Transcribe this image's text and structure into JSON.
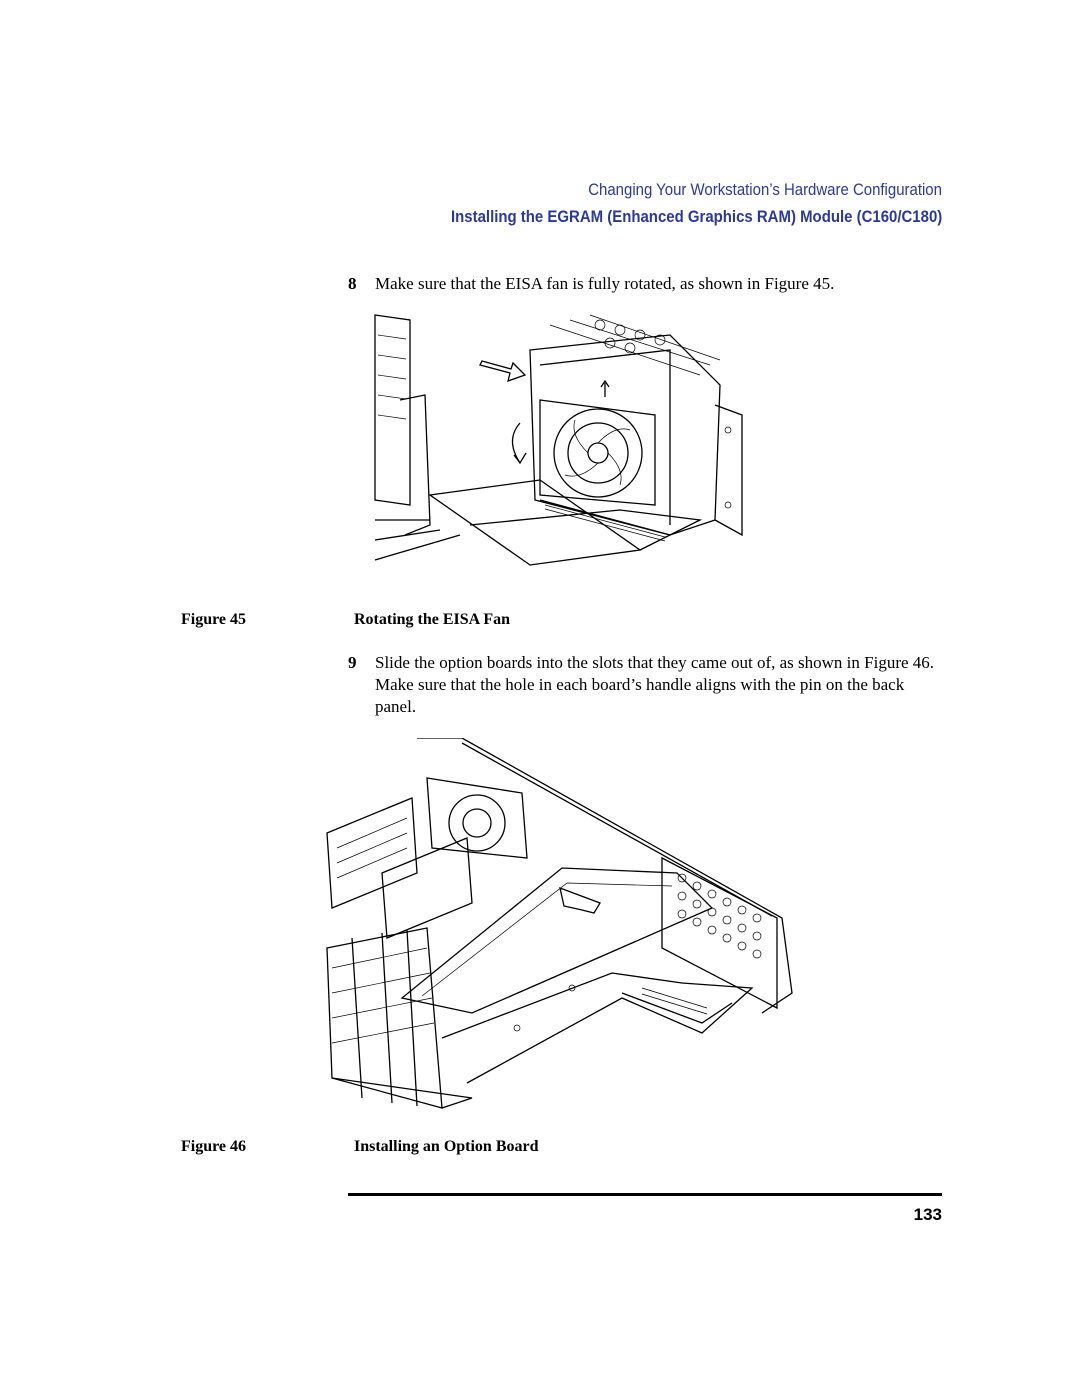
{
  "header": {
    "chapter": "Changing Your Workstation’s Hardware Configuration",
    "section": "Installing the EGRAM (Enhanced Graphics RAM) Module (C160/C180)"
  },
  "steps": [
    {
      "number": "8",
      "text": "Make sure that the EISA fan is fully rotated, as shown in Figure 45."
    },
    {
      "number": "9",
      "text": "Slide the option boards into the slots that they came out of, as shown in Figure 46. Make sure that the hole in each board’s handle aligns with the pin on the back panel."
    }
  ],
  "figures": [
    {
      "label": "Figure 45",
      "title": "Rotating the EISA Fan"
    },
    {
      "label": "Figure 46",
      "title": "Installing an Option Board"
    }
  ],
  "footer": {
    "page_number": "133"
  },
  "colors": {
    "header_blue": "#2b3a9a"
  }
}
